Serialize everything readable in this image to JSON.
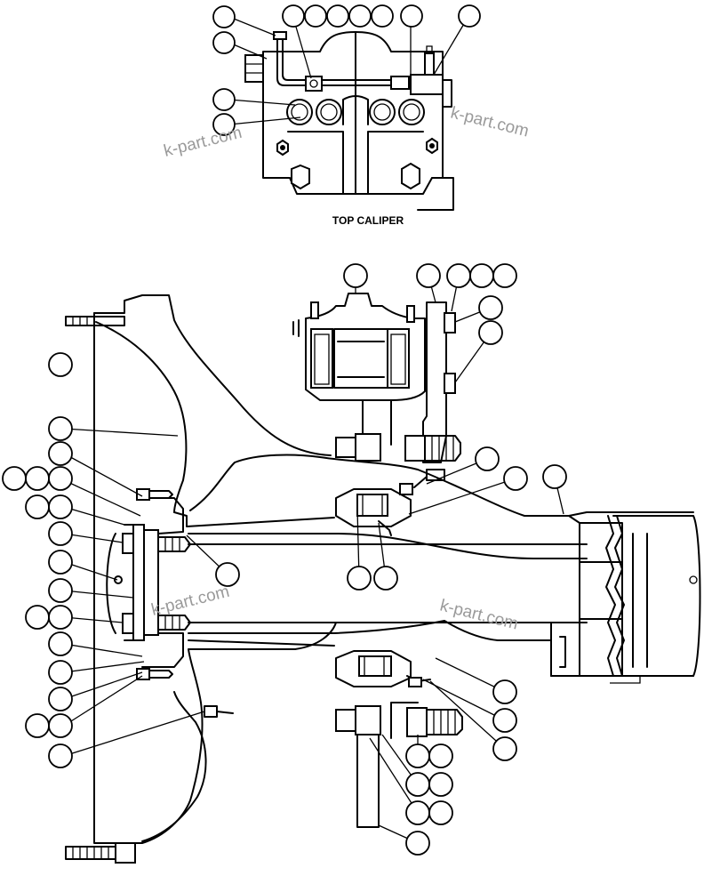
{
  "diagram": {
    "caption": "TOP CALIPER",
    "watermarks": [
      "k-part.com",
      "k-part.com",
      "k-part.com",
      "k-part.com"
    ]
  }
}
